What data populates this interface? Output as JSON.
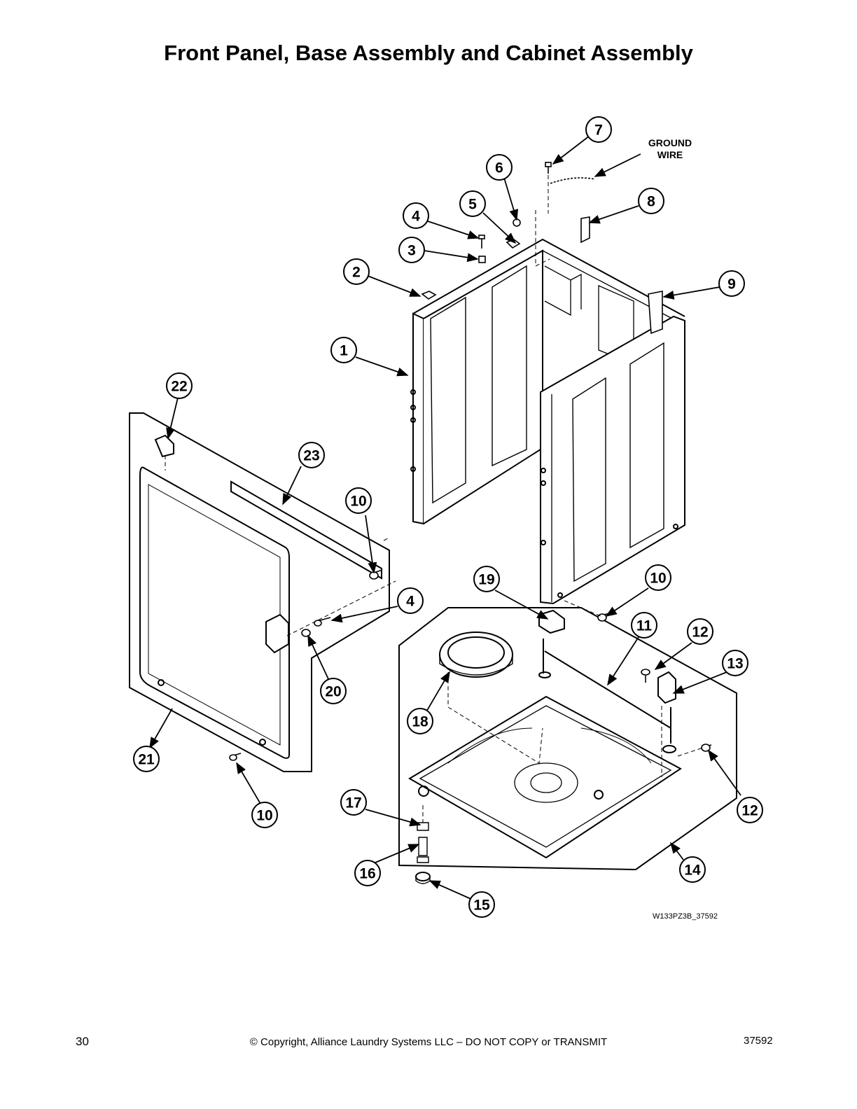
{
  "title": "Front Panel, Base Assembly and Cabinet Assembly",
  "ground_wire": [
    "GROUND",
    "WIRE"
  ],
  "drawing_code": "W133PZ3B_37592",
  "callouts": [
    "1",
    "2",
    "3",
    "4",
    "5",
    "6",
    "7",
    "8",
    "9",
    "10",
    "10",
    "10",
    "11",
    "12",
    "12",
    "13",
    "14",
    "15",
    "16",
    "17",
    "18",
    "19",
    "20",
    "21",
    "22",
    "23",
    "4"
  ],
  "footer": {
    "page_number": "30",
    "copyright": "© Copyright, Alliance Laundry Systems LLC – DO NOT COPY or TRANSMIT",
    "doc_number": "37592"
  }
}
